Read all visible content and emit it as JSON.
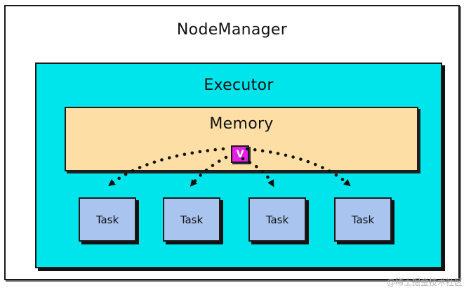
{
  "diagram": {
    "node_manager": {
      "label": "NodeManager"
    },
    "executor": {
      "label": "Executor"
    },
    "memory": {
      "label": "Memory"
    },
    "variable": {
      "label": "V"
    },
    "tasks": [
      {
        "label": "Task"
      },
      {
        "label": "Task"
      },
      {
        "label": "Task"
      },
      {
        "label": "Task"
      }
    ]
  },
  "colors": {
    "executor_fill": "#00e5ec",
    "memory_fill": "#fddfa6",
    "variable_fill": "#e51fe5",
    "task_fill": "#a9c4ef"
  },
  "watermark": "@稀土掘金技术社区"
}
